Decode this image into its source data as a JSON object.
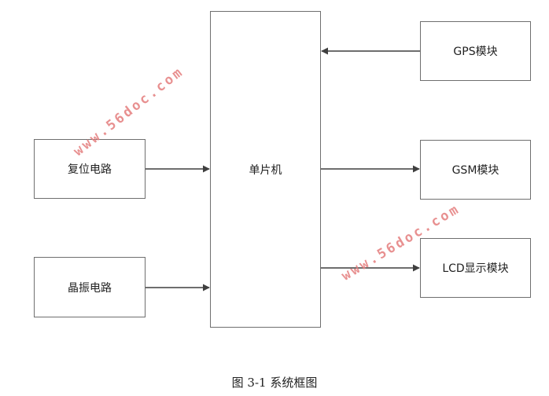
{
  "nodes": {
    "reset": "复位电路",
    "oscillator": "晶振电路",
    "mcu": "单片机",
    "gps": "GPS模块",
    "gsm": "GSM模块",
    "lcd": "LCD显示模块"
  },
  "edges": [
    {
      "from": "reset",
      "to": "mcu"
    },
    {
      "from": "oscillator",
      "to": "mcu"
    },
    {
      "from": "gps",
      "to": "mcu"
    },
    {
      "from": "mcu",
      "to": "gsm"
    },
    {
      "from": "mcu",
      "to": "lcd"
    }
  ],
  "watermark": "www.56doc.com",
  "caption": "图 3-1  系统框图",
  "colors": {
    "line": "#3f3f3f",
    "border": "#6f6f6f",
    "watermark": "#e47d7d"
  }
}
